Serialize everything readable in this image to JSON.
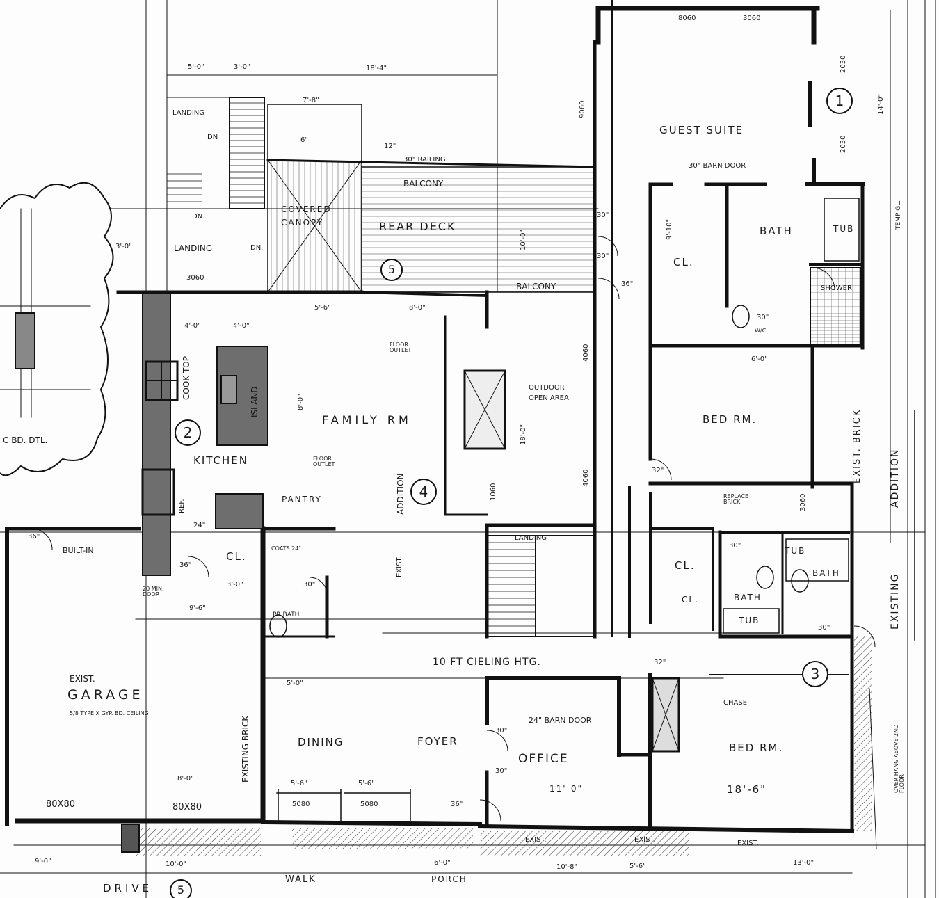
{
  "rooms": [
    "Guest Suite",
    "Bath",
    "Tub",
    "Shower",
    "Bed Rm.",
    "Bath",
    "Tub",
    "Bath",
    "Tub",
    "Bed Rm.",
    "Office",
    "Dining",
    "Foyer",
    "Exist.",
    "Garage",
    "Kitchen",
    "Island",
    "Cook Top",
    "Pantry",
    "Family Rm",
    "Rear Deck",
    "Covered Canopy",
    "Balcony",
    "Balcony",
    "Landing",
    "Landing",
    "Landing",
    "PR Bath",
    "Cl.",
    "Cl.",
    "Cl.",
    "Cl.",
    "Drive",
    "Walk",
    "Porch"
  ],
  "notes": [
    "30\" Barn Door",
    "24\" Barn Door",
    "30\" Railing",
    "DN",
    "DN.",
    "DN.",
    "Outdoor Open Area",
    "10 FT Cieling HTG.",
    "Floor Outlet",
    "Floor Outlet",
    "Built-in",
    "Ref.",
    "Coats 24\"",
    "Chase",
    "5/8 Type X Gyp. Bd. Ceiling",
    "20 Min. Door",
    "Exist.",
    "Exist.",
    "Exist.",
    "Addition",
    "Existing",
    "Exist. Brick",
    "Existing Brick",
    "Addition",
    "Exist.",
    "W/C",
    "Temp Gl.",
    "Over Hang Above 2nd Floor",
    "Replace Brick",
    "C Bd. Dtl."
  ],
  "openings": [
    "8060",
    "3060",
    "9060",
    "2030",
    "2030",
    "3060",
    "5080",
    "5080",
    "80X80",
    "80X80",
    "4060",
    "4060",
    "3060",
    "1060"
  ],
  "dimensions": [
    "5'-0\"",
    "3'-0\"",
    "18'-4\"",
    "7'-8\"",
    "6\"",
    "12\"",
    "3'-0\"",
    "4'-0\"",
    "4'-0\"",
    "8'-0\"",
    "5'-6\"",
    "8'-0\"",
    "9'-6\"",
    "3'-0\"",
    "36\"",
    "36\"",
    "24\"",
    "30\"",
    "5'-0\"",
    "8'-0\"",
    "5'-6\"",
    "5'-6\"",
    "36\"",
    "11'-0\"",
    "18'-6\"",
    "13'-0\"",
    "10'-8\"",
    "5'-6\"",
    "9'-0\"",
    "10'-0\"",
    "6'-0\"",
    "6'-0\"",
    "30\"",
    "32\"",
    "32\"",
    "30\"",
    "30\"",
    "30\"",
    "30\"",
    "10'-0\"",
    "18'-0\"",
    "14'-0\"",
    "9'-10\"",
    "30\"",
    "30\"",
    "36\""
  ],
  "section_markers": [
    "1",
    "2",
    "3",
    "4",
    "5",
    "5"
  ],
  "colors": {
    "ink": "#111111",
    "fill_gray": "#6e6e6e",
    "paper": "#fdfdfd"
  }
}
